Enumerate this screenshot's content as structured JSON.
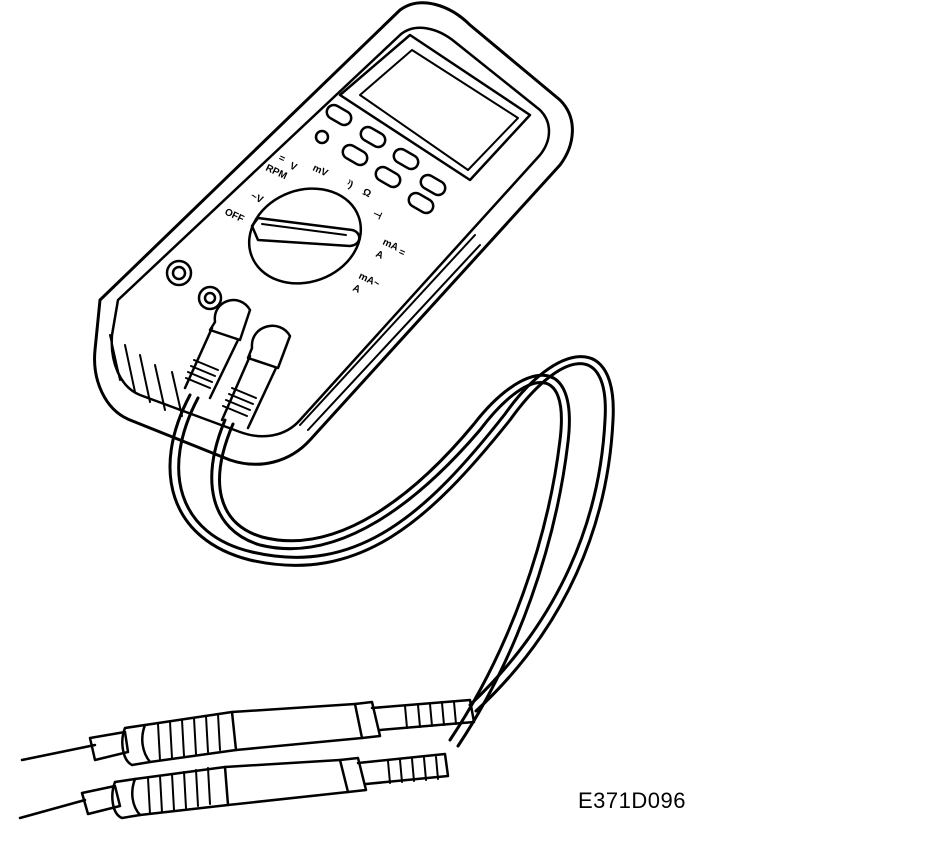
{
  "figure": {
    "code": "E371D096"
  },
  "meter": {
    "dial_labels": {
      "v_dc": "V",
      "v_dc_symbol": "=",
      "rpm": "RPM",
      "mv": "mV",
      "v_ac": "~V",
      "off": "OFF",
      "ohm": "Ω",
      "ohm_symbol": "⁾)",
      "diode": "⊣",
      "ma_dc": "mA",
      "ma_dc_symbol": "=",
      "a_dc": "A",
      "ma_ac": "mA~",
      "a_ac": "A"
    }
  },
  "colors": {
    "ink": "#000000",
    "paper": "#ffffff"
  }
}
